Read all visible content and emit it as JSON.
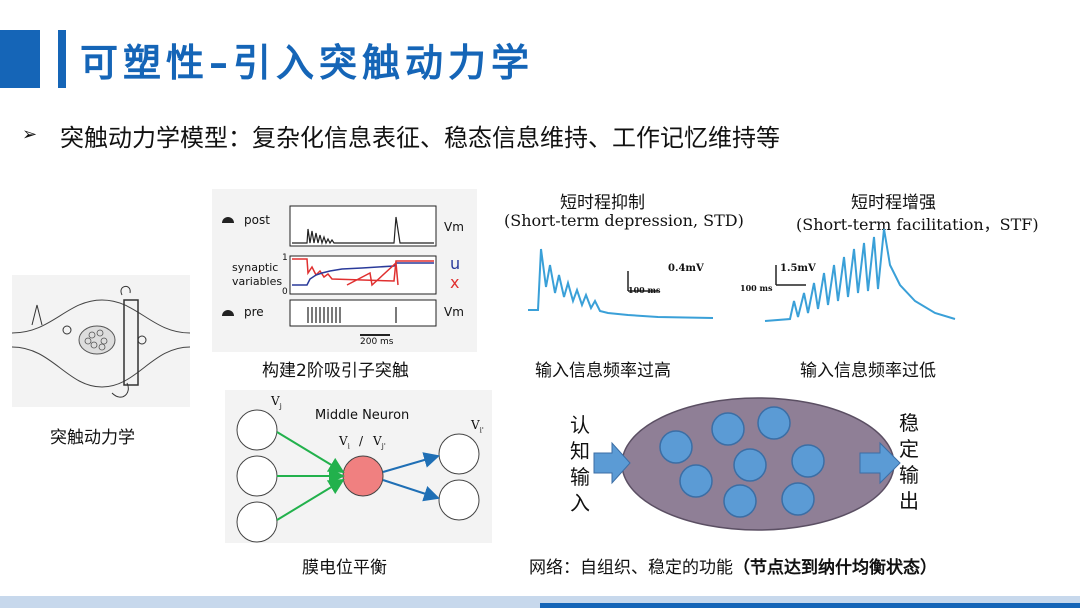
{
  "header": {
    "title": "可塑性–引入突触动力学"
  },
  "bullet": {
    "arrow": "➢",
    "text": "突触动力学模型：复杂化信息表征、稳态信息维持、工作记忆维持等"
  },
  "panels": {
    "synapse_caption": "突触动力学",
    "attractor": {
      "caption": "构建2阶吸引子突触",
      "post_label": "post",
      "pre_label": "pre",
      "vars_label_1": "synaptic",
      "vars_label_2": "variables",
      "vm_top": "Vm",
      "vm_bottom": "Vm",
      "u_label": "u",
      "x_label": "x",
      "one": "1",
      "zero": "0",
      "scale": "200 ms"
    },
    "std": {
      "title_cn": "短时程抑制",
      "title_en": "(Short-term depression, STD)",
      "scale_v": "0.4mV",
      "scale_t": "100 ms",
      "caption": "输入信息频率过高"
    },
    "stf": {
      "title_cn": "短时程增强",
      "title_en": "(Short-term facilitation，STF)",
      "scale_v": "1.5mV",
      "scale_t": "100 ms",
      "caption": "输入信息频率过低"
    },
    "neuron": {
      "title": "Middle Neuron",
      "vj": "V",
      "vj_sub": "j",
      "vi_mid": "V",
      "vi_mid_sub": "i",
      "slash": "/",
      "vjp": "V",
      "vjp_sub": "j'",
      "vip": "V",
      "vip_sub": "i'",
      "caption": "膜电位平衡"
    },
    "network": {
      "left_label": [
        "认",
        "知",
        "输",
        "入"
      ],
      "right_label": [
        "稳",
        "定",
        "输",
        "出"
      ],
      "caption_normal": "网络：自组织、稳定的功能",
      "caption_bold": "（节点达到纳什均衡状态）"
    }
  },
  "colors": {
    "brand_blue": "#1565b7",
    "trace_blue": "#3aa0d8",
    "node_fill": "#5b9bd5",
    "ellipse_fill": "#8f7f96",
    "neuron_red": "#f08080"
  }
}
